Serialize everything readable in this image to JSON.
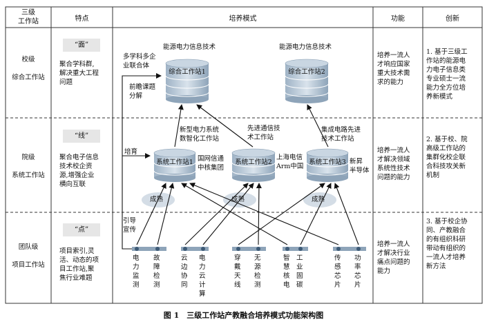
{
  "headers": {
    "station": "三级\n工作站",
    "feature": "特点",
    "mode": "培养模式",
    "function": "功能",
    "innovation": "创新"
  },
  "rows": [
    {
      "station": "校级\n\n综合工作站",
      "quote": "“面”",
      "feature": "聚合学科群,\n解决重大工程\n问题",
      "function": "培养一流人\n才响应国家\n重大技术需\n求的能力",
      "innovation": "1. 基于三级工\n作站的能源电\n力电子信息类\n专业硕士一流\n能力全方位培\n养新模式"
    },
    {
      "station": "院级\n\n系统工作站",
      "quote": "“线”",
      "feature": "聚合电子信息\n技术校企资\n源,增强企业\n横向互联",
      "function": "培养一流人\n才解决领域\n系统性技术\n问题的能力",
      "innovation": "2. 基于校、院\n高级工作站的\n集群化校企联\n合科技攻关新\n机制"
    },
    {
      "station": "团队级\n\n项目工作站",
      "quote": "“点”",
      "feature": "项目索引,灵\n活、动态的项\n目工作站,聚\n焦行业难题",
      "function": "培养一流人\n才解决行业\n痛点问题的\n能力",
      "innovation": "3. 基于校企协\n同、产教融合\n的有组织科研\n带动有组织的\n一流人才培养\n新方法"
    }
  ],
  "diagram": {
    "top_stations": [
      {
        "title": "能源电力信息技术",
        "name": "综合工作站1"
      },
      {
        "title": "能源电力信息技术",
        "name": "综合工作站2"
      }
    ],
    "mid_stations": [
      {
        "name": "系统工作站1"
      },
      {
        "name": "系统工作站2"
      },
      {
        "name": "系统工作站3"
      }
    ],
    "labels": {
      "multi_enterprise": "多学科多企\n业联合体",
      "frontier": "前瞻课题\n分解",
      "new_power": "新型电力系统\n数智化工作站",
      "adv_comm": "先进通信技\n术工作站",
      "ic_adv": "集成电路先进\n技术工作站",
      "sgcc": "国网信通\n中核集团",
      "shanghai": "上海电信\nArm中国",
      "xinyi": "新昇\n半导体",
      "cultivate": "培育",
      "guide": "引导\n宣传",
      "mature": "成熟"
    },
    "projects": [
      [
        {
          "name": "电力监测"
        },
        {
          "name": "故障检测"
        }
      ],
      [
        {
          "name": "云边协同"
        },
        {
          "name": "电力云计算"
        }
      ],
      [
        {
          "name": "穿戴天线"
        },
        {
          "name": "无源检测"
        }
      ],
      [
        {
          "name": "智慧核电"
        },
        {
          "name": "工业固碳"
        }
      ],
      [
        {
          "name": "传感芯片"
        },
        {
          "name": "功率芯片"
        }
      ]
    ]
  },
  "caption": "图 1　三级工作站产教融合培养模式功能架构图"
}
